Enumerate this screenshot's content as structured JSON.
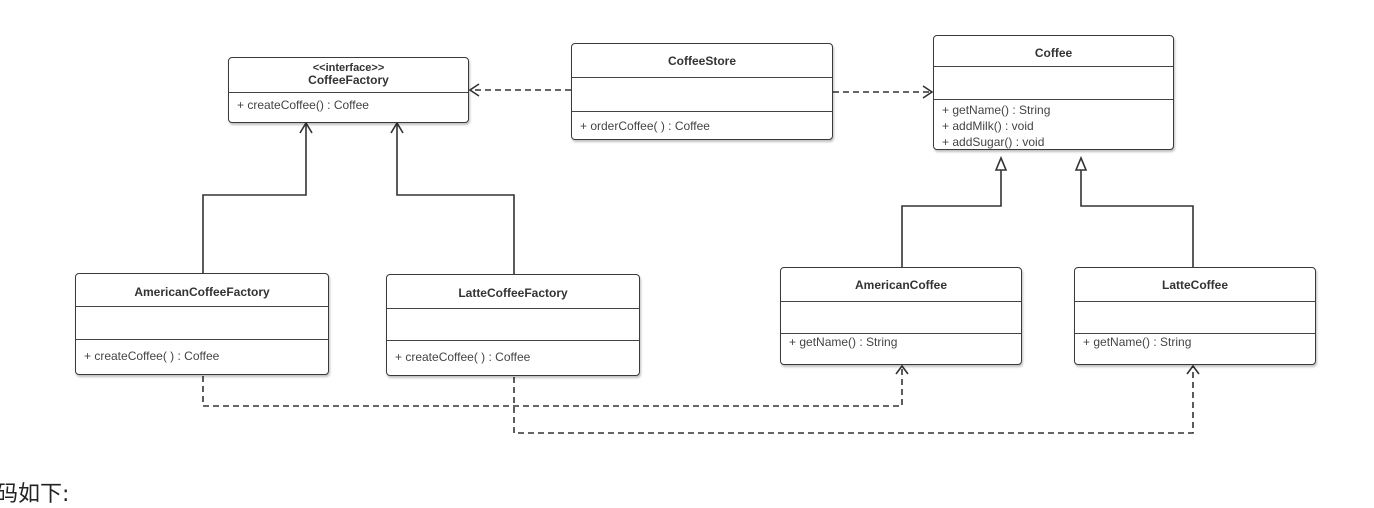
{
  "classes": {
    "coffee_factory": {
      "stereotype": "<<interface>>",
      "name": "CoffeeFactory",
      "operations": [
        "+ createCoffee() : Coffee"
      ]
    },
    "coffee_store": {
      "name": "CoffeeStore",
      "operations": [
        "+ orderCoffee( ) : Coffee"
      ]
    },
    "coffee": {
      "name": "Coffee",
      "operations": [
        "+ getName() : String",
        "+ addMilk() : void",
        "+ addSugar() : void"
      ]
    },
    "american_coffee_factory": {
      "name": "AmericanCoffeeFactory",
      "operations": [
        "+ createCoffee( ) : Coffee"
      ]
    },
    "latte_coffee_factory": {
      "name": "LatteCoffeeFactory",
      "operations": [
        "+ createCoffee( ) : Coffee"
      ]
    },
    "american_coffee": {
      "name": "AmericanCoffee",
      "operations": [
        "+ getName() : String"
      ]
    },
    "latte_coffee": {
      "name": "LatteCoffee",
      "operations": [
        "+ getName() : String"
      ]
    }
  },
  "relations": [
    {
      "from": "coffee_store",
      "to": "coffee_factory",
      "kind": "dependency"
    },
    {
      "from": "coffee_store",
      "to": "coffee",
      "kind": "dependency"
    },
    {
      "from": "american_coffee_factory",
      "to": "coffee_factory",
      "kind": "association"
    },
    {
      "from": "latte_coffee_factory",
      "to": "coffee_factory",
      "kind": "association"
    },
    {
      "from": "american_coffee",
      "to": "coffee",
      "kind": "generalization"
    },
    {
      "from": "latte_coffee",
      "to": "coffee",
      "kind": "generalization"
    },
    {
      "from": "american_coffee_factory",
      "to": "american_coffee",
      "kind": "dependency"
    },
    {
      "from": "latte_coffee_factory",
      "to": "latte_coffee",
      "kind": "dependency"
    }
  ],
  "caption": "码如下:"
}
